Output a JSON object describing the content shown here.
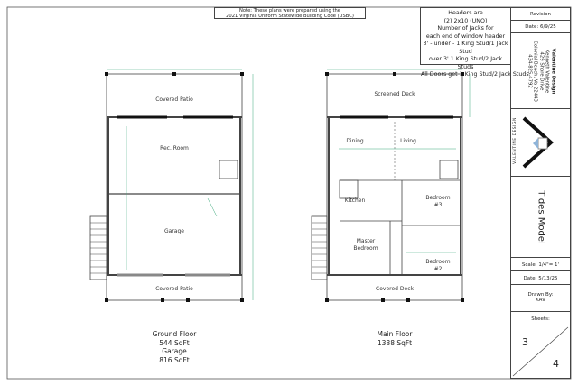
{
  "note": [
    "Note: These plans were prepared using the",
    "2021 Virginia Uniform Statewide Building Code (USBC)"
  ],
  "headers_note": [
    "Headers are",
    "(2) 2x10 (UNO)",
    "Number of Jacks for",
    "each end of window header",
    "3' - under - 1 King Stud/1 Jack Stud",
    "over 3' 1 King Stud/2 Jack Studs",
    "All Doors get 1 King Stud/2 Jack Studs"
  ],
  "ground_floor": {
    "rooms": {
      "covered_patio_top": "Covered Patio",
      "rec_room": "Rec. Room",
      "garage": "Garage",
      "covered_patio_bottom": "Covered Patio"
    },
    "caption": [
      "Ground Floor",
      "544 SqFt",
      "Garage",
      "816 SqFt"
    ]
  },
  "main_floor": {
    "rooms": {
      "screened_deck": "Screened Deck",
      "dining": "Dining",
      "living": "Living",
      "kitchen": "Kitchen",
      "bedroom3": [
        "Bedroom",
        "#3"
      ],
      "master": [
        "Master",
        "Bedroom"
      ],
      "bedroom2": [
        "Bedroom",
        "#2"
      ],
      "covered_deck": "Covered Deck"
    },
    "caption": [
      "Main Floor",
      "1388 SqFt"
    ]
  },
  "title_block": {
    "revision": "Revision",
    "revision_date": "Date: 6/9/25",
    "company": [
      "Valentine Design",
      "Kenneth Valentine",
      "429 Shore Drive",
      "Colonial Beach, Va 22443",
      "434-825-4792"
    ],
    "logo_text": "VALENTINE DESIGN",
    "model": "Tides Model",
    "scale": "Scale: 1/4\"= 1'",
    "date": "Date: 5/13/25",
    "drawn_by_label": "Drawn By:",
    "drawn_by": "KAV",
    "sheets_label": "Sheets:",
    "sheet": "3",
    "sheet_total": "4"
  },
  "colors": {
    "line": "#333333",
    "dimension": "#3aa87a",
    "logo_blue": "#8fb4d8"
  }
}
